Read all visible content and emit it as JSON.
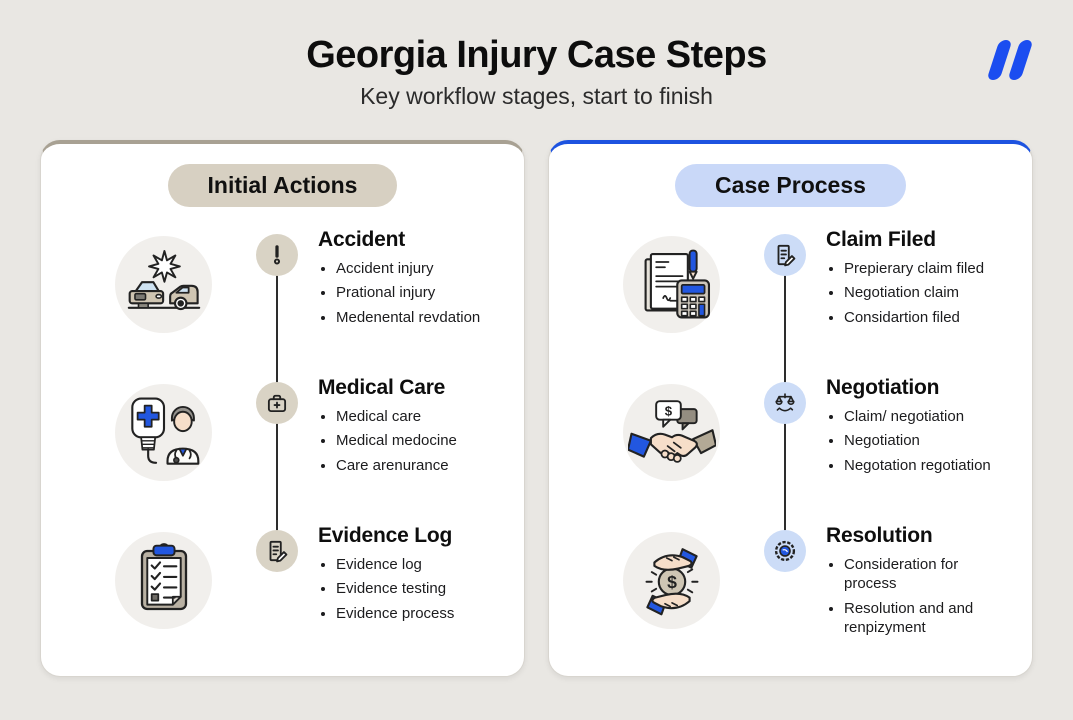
{
  "header": {
    "title": "Georgia Injury Case Steps",
    "subtitle": "Key workflow stages, start to finish",
    "logo": "double-slash-logo",
    "logo_color": "#1b4df0"
  },
  "colors": {
    "page_bg": "#e9e7e3",
    "card_bg": "#ffffff",
    "left_accent": "#a8a193",
    "right_accent": "#1d53e0",
    "left_pill_bg": "#d7d0c2",
    "right_pill_bg": "#c9d8f8",
    "left_icon_circle_bg": "#d9d3c5",
    "right_icon_circle_bg": "#ccdcf7",
    "illustration_circle_bg": "#f1efec",
    "illustration_blue": "#2257e0",
    "illustration_tan": "#cfc5b2",
    "illustration_skin": "#f6dec9"
  },
  "cards": [
    {
      "label": "Initial Actions",
      "steps": [
        {
          "title": "Accident",
          "icon": "exclamation-icon",
          "illustration": "car-crash-illustration",
          "bullets": [
            "Accident injury",
            "Prational injury",
            "Medenental revdation"
          ]
        },
        {
          "title": "Medical Care",
          "icon": "medical-kit-icon",
          "illustration": "doctor-iv-illustration",
          "bullets": [
            "Medical care",
            "Medical medocine",
            "Care arenurance"
          ]
        },
        {
          "title": "Evidence Log",
          "icon": "document-pen-icon",
          "illustration": "clipboard-checklist-illustration",
          "bullets": [
            "Evidence log",
            "Evidence testing",
            "Evidence process"
          ]
        }
      ]
    },
    {
      "label": "Case Process",
      "steps": [
        {
          "title": "Claim Filed",
          "icon": "document-pen-icon",
          "illustration": "document-calculator-illustration",
          "bullets": [
            "Prepierary claim filed",
            "Negotiation claim",
            "Considartion filed"
          ]
        },
        {
          "title": "Negotiation",
          "icon": "scales-hand-icon",
          "illustration": "handshake-illustration",
          "bullets": [
            "Claim/ negotiation",
            "Negotiation",
            "Negotation regotiation"
          ]
        },
        {
          "title": "Resolution",
          "icon": "medal-icon",
          "illustration": "coin-hands-illustration",
          "bullets": [
            "Consideration for process",
            "Resolution and and renpizyment"
          ]
        }
      ]
    }
  ]
}
